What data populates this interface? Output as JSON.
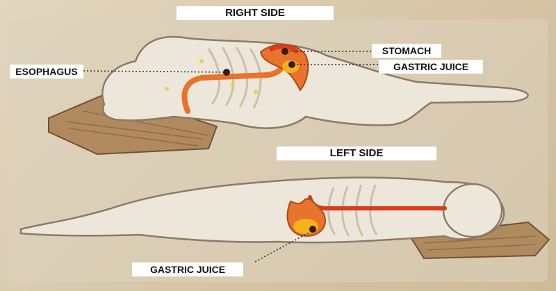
{
  "labels": {
    "right_side_title": "RIGHT SIDE",
    "left_side_title": "LEFT SIDE",
    "stomach": "STOMACH",
    "gastric_juice_top": "GASTRIC JUICE",
    "esophagus": "ESOPHAGUS",
    "gastric_juice_bottom": "GASTRIC JUICE"
  },
  "colors": {
    "background": "#d9cbb0",
    "body_fill": "#ede6da",
    "body_outline": "#8a7a66",
    "pillow": "#b08a5e",
    "organ_orange": "#e8732a",
    "organ_red": "#d93a1c",
    "gastric_juice": "#f2b21c",
    "label_bg": "#ffffff"
  }
}
